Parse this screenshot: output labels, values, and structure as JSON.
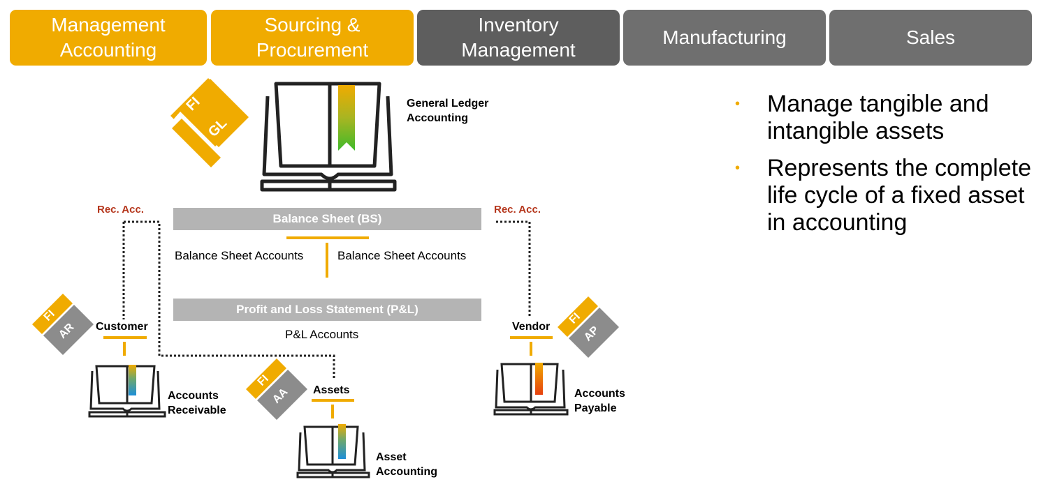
{
  "tabs": [
    {
      "label": "Management\nAccounting",
      "style": "gold"
    },
    {
      "label": "Sourcing &\nProcurement",
      "style": "gold"
    },
    {
      "label": "Inventory\nManagement",
      "style": "dark"
    },
    {
      "label": "Manufacturing",
      "style": "grey"
    },
    {
      "label": "Sales",
      "style": "grey"
    }
  ],
  "colors": {
    "gold": "#f0ab00",
    "grey": "#6f6f6f",
    "dark_grey": "#5e5e5e",
    "bar_grey": "#b4b4b4",
    "badge_grey": "#8c8c8c",
    "rec_acc_red": "#b5361c"
  },
  "diagram": {
    "general_ledger": {
      "badge_top": "FI",
      "badge_bottom": "GL",
      "label": "General Ledger\nAccounting",
      "icon": "book-icon"
    },
    "rec_acc_left": "Rec. Acc.",
    "rec_acc_right": "Rec. Acc.",
    "balance_sheet": "Balance Sheet (BS)",
    "bs_accounts_left": "Balance Sheet Accounts",
    "bs_accounts_right": "Balance Sheet Accounts",
    "pnl": "Profit and Loss Statement (P&L)",
    "pnl_accounts": "P&L Accounts",
    "customer": {
      "badge_top": "FI",
      "badge_bottom": "AR",
      "label": "Customer",
      "book_label": "Accounts\nReceivable",
      "icon": "book-icon"
    },
    "vendor": {
      "badge_top": "FI",
      "badge_bottom": "AP",
      "label": "Vendor",
      "book_label": "Accounts\nPayable",
      "icon": "book-icon"
    },
    "assets": {
      "badge_top": "FI",
      "badge_bottom": "AA",
      "label": "Assets",
      "book_label": "Asset\nAccounting",
      "icon": "book-icon"
    }
  },
  "bullets": [
    "Manage tangible and intangible assets",
    "Represents the complete life cycle of a fixed asset in accounting"
  ]
}
